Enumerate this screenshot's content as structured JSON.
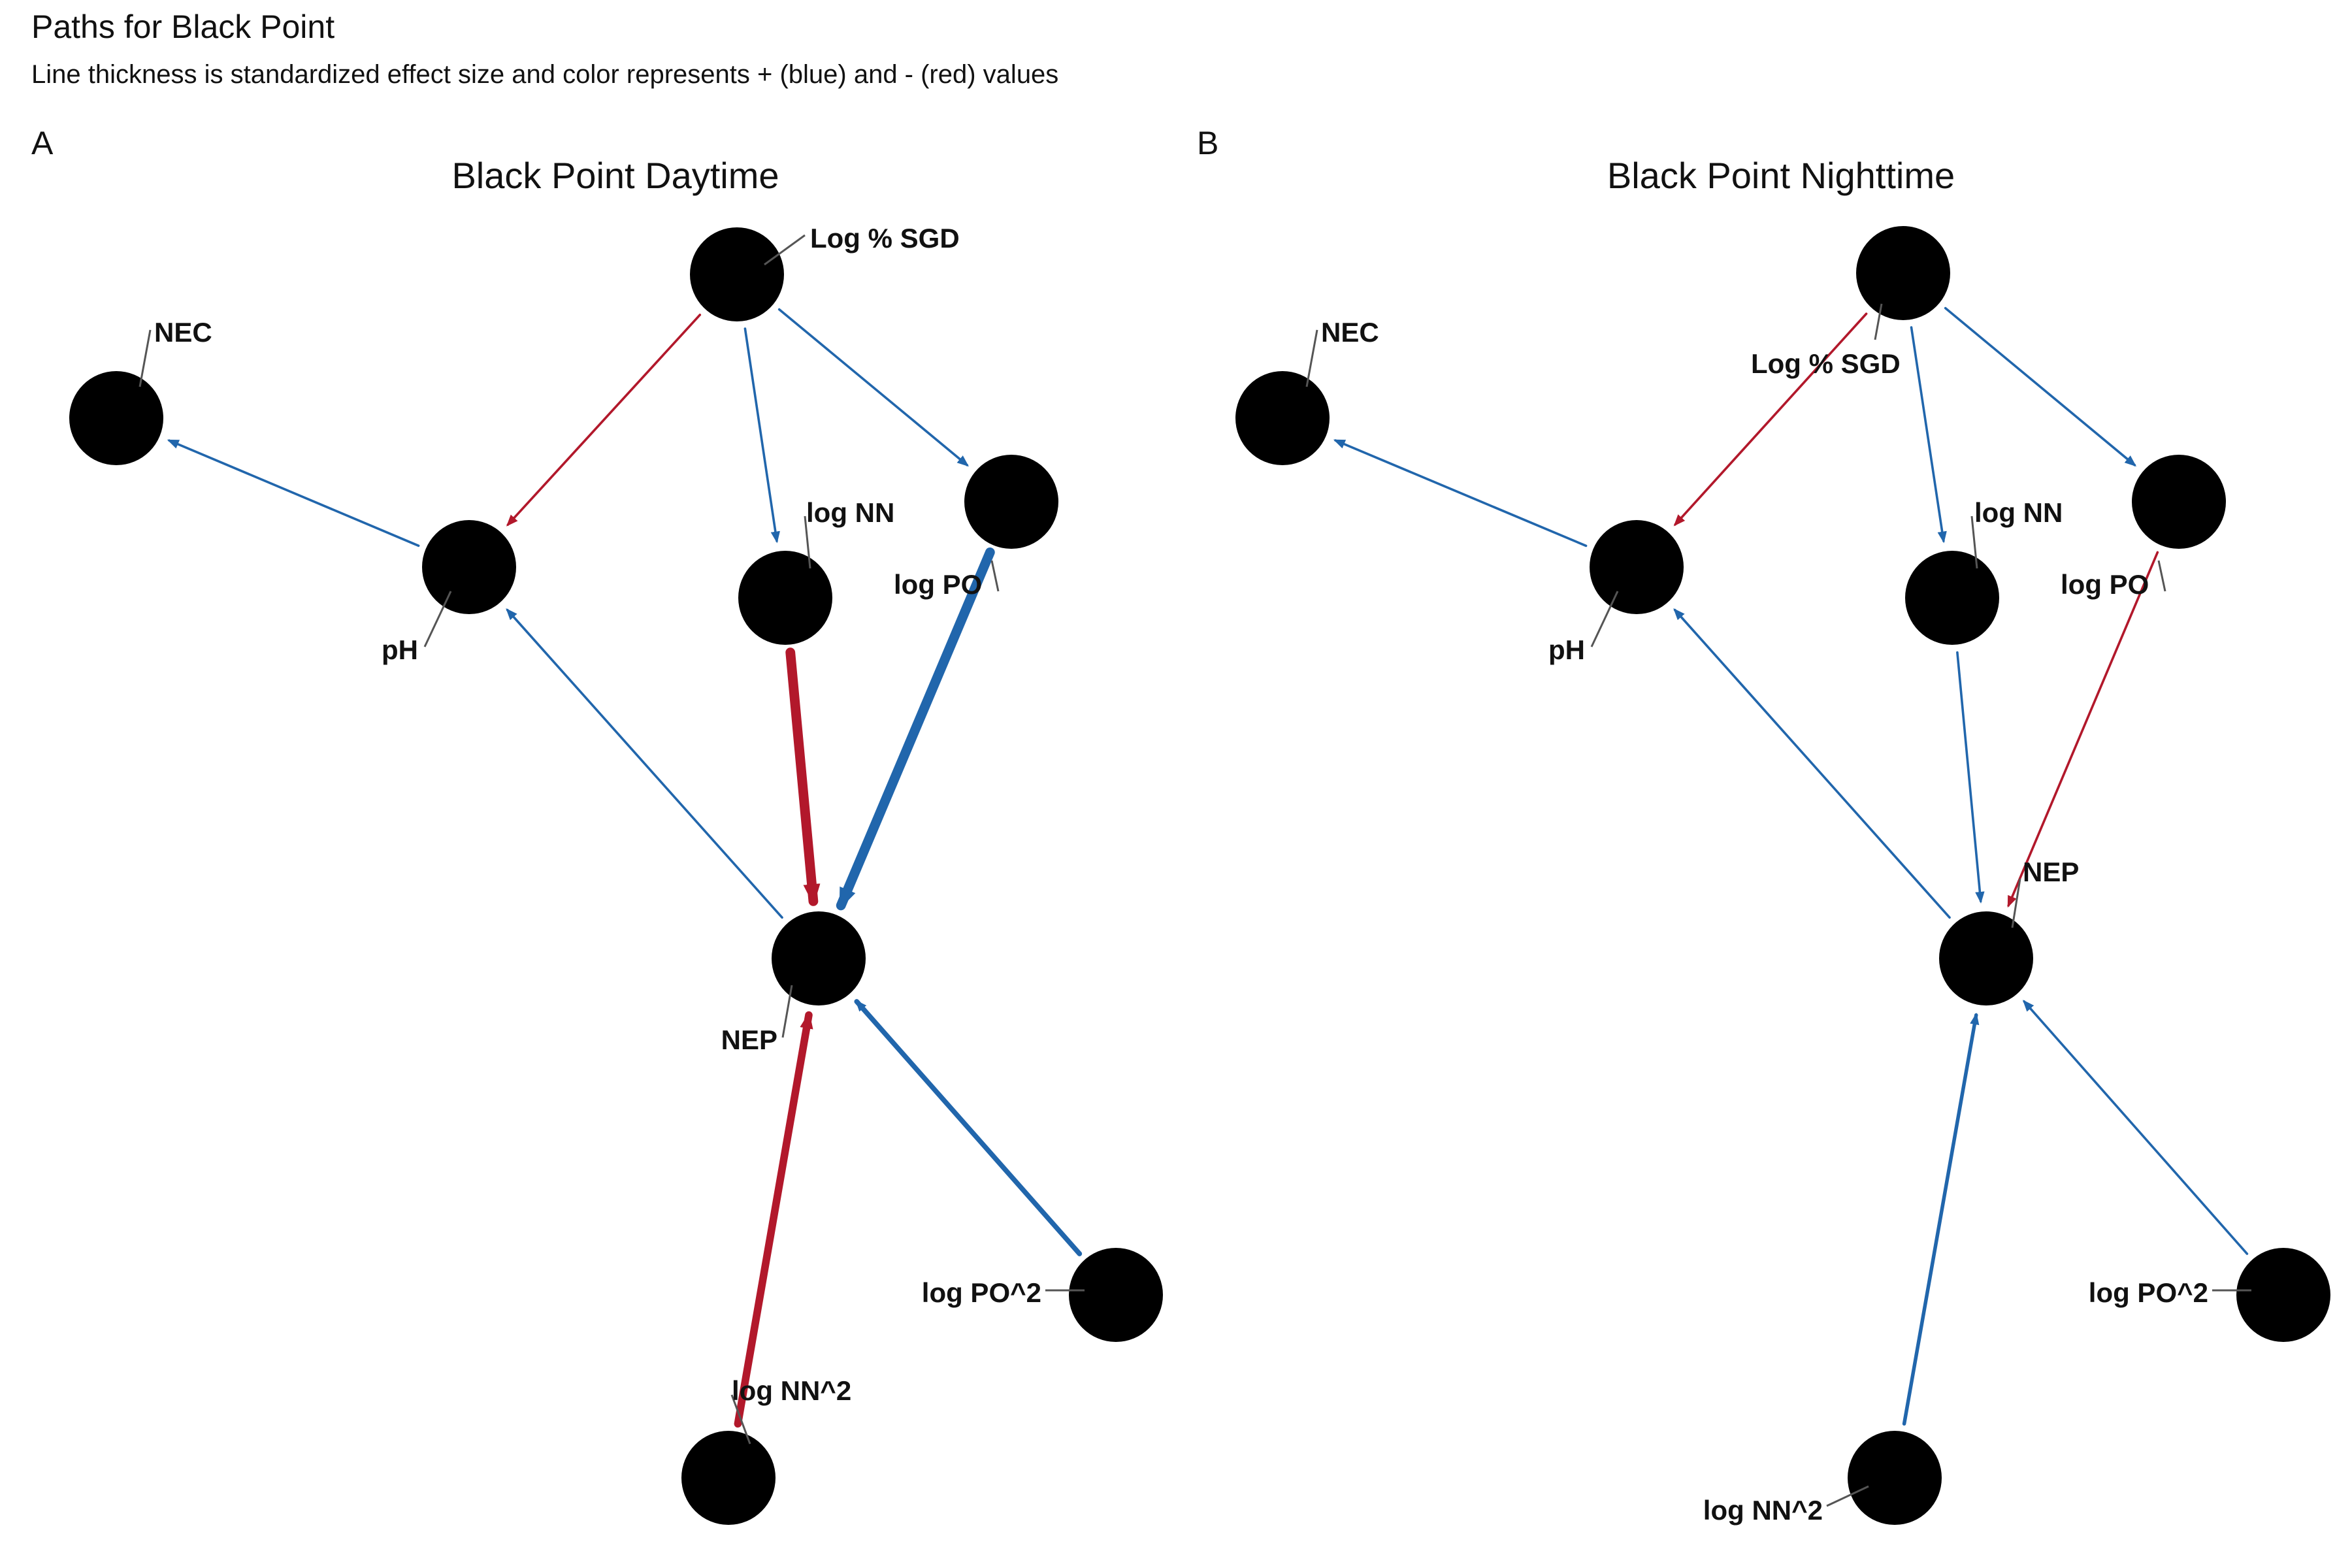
{
  "title": "Paths for Black Point",
  "subtitle": "Line thickness is standardized effect size and color represents + (blue) and - (red) values",
  "colors": {
    "positive": "#2166ac",
    "negative": "#b2182b",
    "node": "#000000",
    "leader": "#555555"
  },
  "panels": [
    {
      "letter": "A",
      "title": "Black Point Daytime",
      "nodes": [
        {
          "id": "sgd",
          "label": "Log % SGD"
        },
        {
          "id": "nec",
          "label": "NEC"
        },
        {
          "id": "ph",
          "label": "pH"
        },
        {
          "id": "nn",
          "label": "log NN"
        },
        {
          "id": "po",
          "label": "log PO"
        },
        {
          "id": "nep",
          "label": "NEP"
        },
        {
          "id": "po2",
          "label": "log PO^2"
        },
        {
          "id": "nn2",
          "label": "log NN^2"
        }
      ],
      "edges": [
        {
          "from": "sgd",
          "to": "ph",
          "sign": "-",
          "strength": 0.1
        },
        {
          "from": "sgd",
          "to": "nn",
          "sign": "+",
          "strength": 0.1
        },
        {
          "from": "sgd",
          "to": "po",
          "sign": "+",
          "strength": 0.1
        },
        {
          "from": "ph",
          "to": "nec",
          "sign": "+",
          "strength": 0.1
        },
        {
          "from": "nep",
          "to": "ph",
          "sign": "+",
          "strength": 0.1
        },
        {
          "from": "nn",
          "to": "nep",
          "sign": "-",
          "strength": 0.8
        },
        {
          "from": "po",
          "to": "nep",
          "sign": "+",
          "strength": 0.8
        },
        {
          "from": "nn2",
          "to": "nep",
          "sign": "-",
          "strength": 0.6
        },
        {
          "from": "po2",
          "to": "nep",
          "sign": "+",
          "strength": 0.35
        }
      ]
    },
    {
      "letter": "B",
      "title": "Black Point Nighttime",
      "nodes": [
        {
          "id": "sgd",
          "label": "Log % SGD"
        },
        {
          "id": "nec",
          "label": "NEC"
        },
        {
          "id": "ph",
          "label": "pH"
        },
        {
          "id": "nn",
          "label": "log NN"
        },
        {
          "id": "po",
          "label": "log PO"
        },
        {
          "id": "nep",
          "label": "NEP"
        },
        {
          "id": "po2",
          "label": "log PO^2"
        },
        {
          "id": "nn2",
          "label": "log NN^2"
        }
      ],
      "edges": [
        {
          "from": "sgd",
          "to": "ph",
          "sign": "-",
          "strength": 0.1
        },
        {
          "from": "sgd",
          "to": "nn",
          "sign": "+",
          "strength": 0.1
        },
        {
          "from": "sgd",
          "to": "po",
          "sign": "+",
          "strength": 0.1
        },
        {
          "from": "ph",
          "to": "nec",
          "sign": "+",
          "strength": 0.1
        },
        {
          "from": "nep",
          "to": "ph",
          "sign": "+",
          "strength": 0.1
        },
        {
          "from": "nn",
          "to": "nep",
          "sign": "+",
          "strength": 0.1
        },
        {
          "from": "po",
          "to": "nep",
          "sign": "-",
          "strength": 0.1
        },
        {
          "from": "nn2",
          "to": "nep",
          "sign": "+",
          "strength": 0.22
        },
        {
          "from": "po2",
          "to": "nep",
          "sign": "+",
          "strength": 0.1
        }
      ]
    }
  ]
}
